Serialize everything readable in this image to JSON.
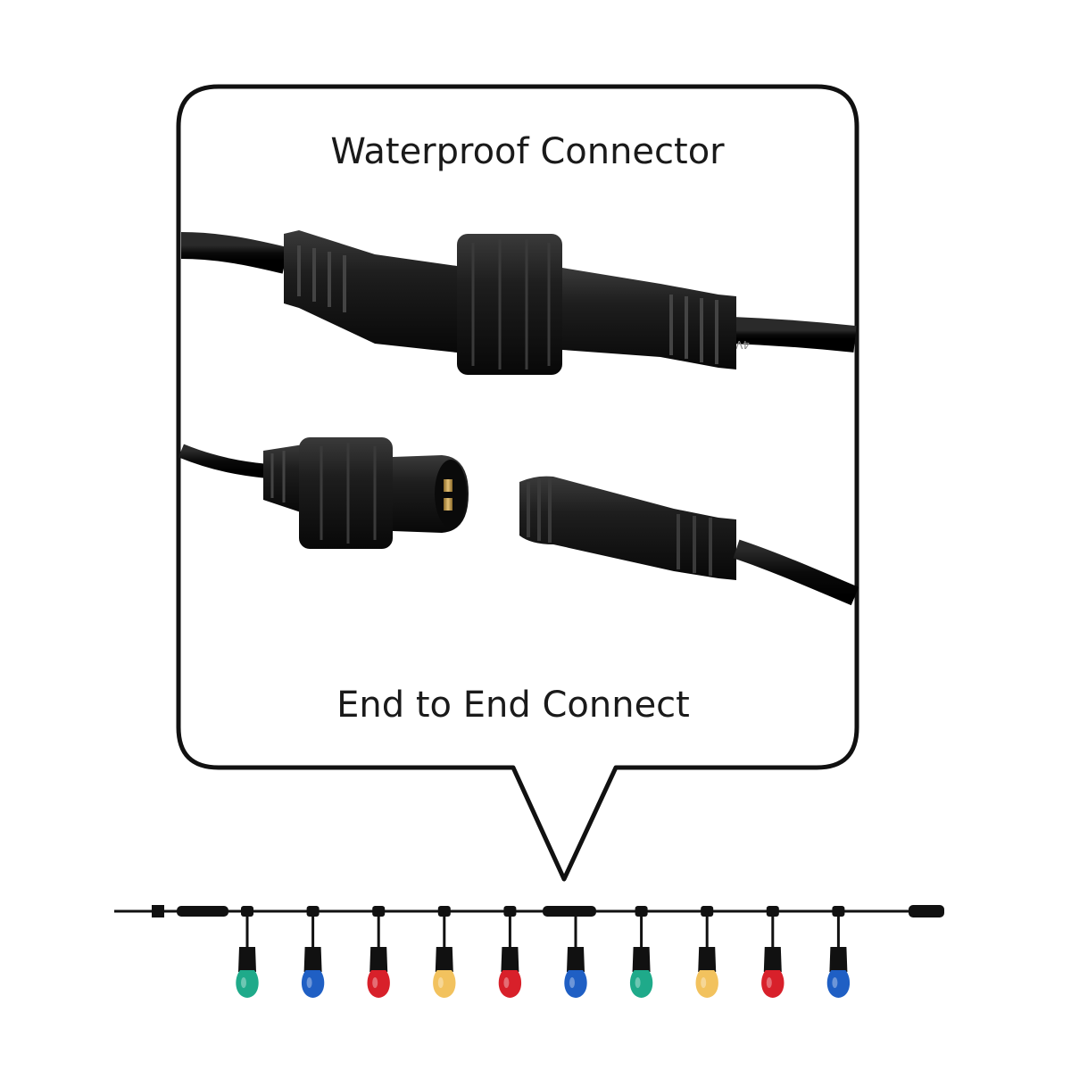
{
  "callout": {
    "title": "Waterproof Connector",
    "subtitle": "End to End Connect",
    "cable_print": "4VDE  mm²"
  },
  "bulbs": [
    {
      "color": "#1faa8a"
    },
    {
      "color": "#1f5fc4"
    },
    {
      "color": "#d8202a"
    },
    {
      "color": "#f2c25e"
    },
    {
      "color": "#d8202a"
    },
    {
      "color": "#1f5fc4"
    },
    {
      "color": "#1faa8a"
    },
    {
      "color": "#f2c25e"
    },
    {
      "color": "#d8202a"
    },
    {
      "color": "#1f5fc4"
    }
  ],
  "colors": {
    "outline": "#111111",
    "rubber": "#1c1c1c",
    "cable": "#0d0d0d",
    "pin": "#c9a04a"
  }
}
